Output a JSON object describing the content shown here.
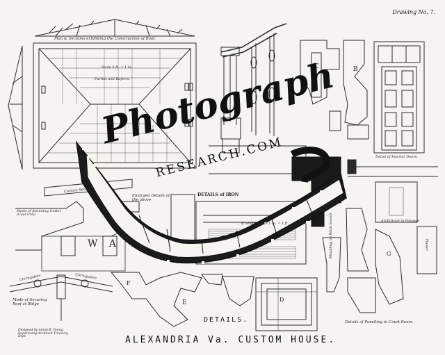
{
  "drawing_number": "Drawing No. 7.",
  "roof_plan_caption": "Plan & Sections exhibiting the Construction of Roof.",
  "scale_note": "Scale 6 ft. = 1 in.",
  "purlins_label": "Purlins and Rafters.",
  "cornice_label": "Cornice Section",
  "enlarged_details_label": "Enlarged Details of the above",
  "gutter_label": "Mode of fastening Gutter (Cast iron)",
  "details_iron_label": "DETAILS of IRON",
  "stairs_label": "... of Stairs, Scale 1 in. = 1 ft.",
  "interior_doors_label": "Detail of Interior Doors.",
  "architrave_label": "Architrave in Passage",
  "plaster_label": "Plaster",
  "moulding_label": "Moulding on Wash boards",
  "wall_letter": "W A",
  "securing_label": "Mode of Securing Roof at Ridge",
  "corrugation_left": "Corrugation",
  "corrugation_right": "Corrugation",
  "designer_credit": "Designed by Ammi B. Young, Supervising Architect Treasury Dept.",
  "panelling_label": "Details of Panelling in Court Room.",
  "details_heading": "DETAILS.",
  "main_title": "ALEXANDRIA Va. CUSTOM HOUSE.",
  "letters": {
    "c": "C",
    "b": "B",
    "e": "E",
    "f": "F",
    "d": "D",
    "g": "G"
  },
  "watermark": {
    "word": "Photograph",
    "sub": "RESEARCH.COM",
    "accent_color": "#111111"
  }
}
